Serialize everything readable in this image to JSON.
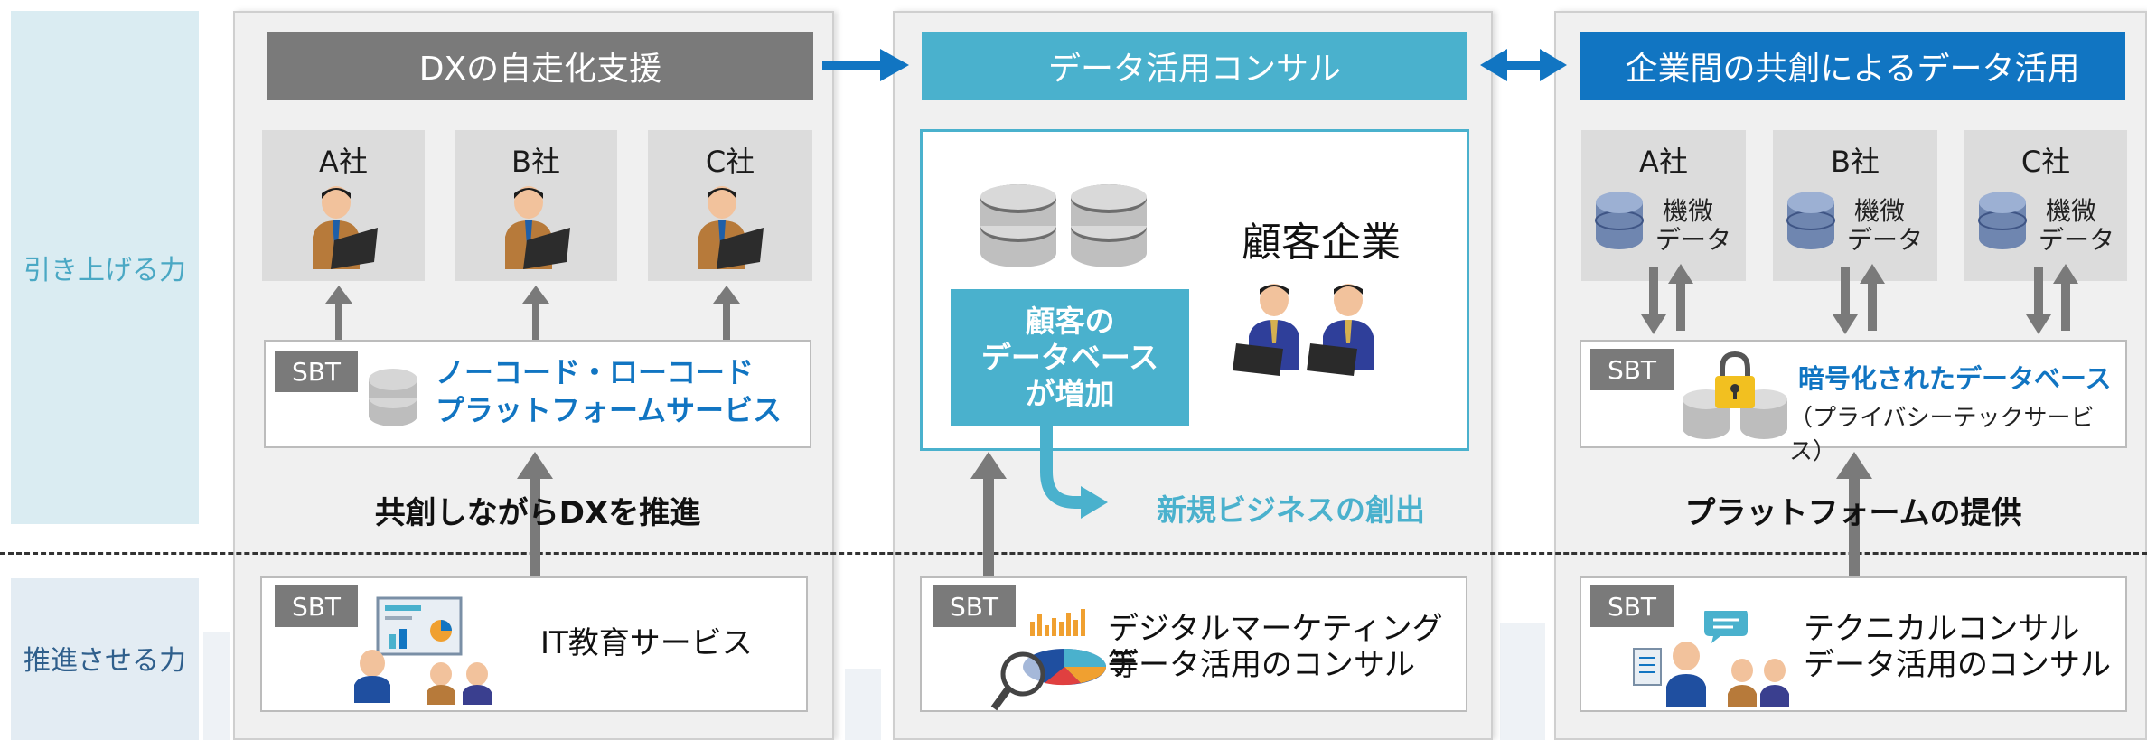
{
  "side": {
    "top_label": "引き上げる力",
    "bottom_label": "推進させる力"
  },
  "col1": {
    "header": "DXの自走化支援",
    "companies": [
      {
        "name": "A社"
      },
      {
        "name": "B社"
      },
      {
        "name": "C社"
      }
    ],
    "sbt": "SBT",
    "platform_line1": "ノーコード・ローコード",
    "platform_line2": "プラットフォームサービス",
    "middle_text": "共創しながらDXを推進",
    "service": "IT教育サービス"
  },
  "col2": {
    "header": "データ活用コンサル",
    "customer_title": "顧客企業",
    "db_line1": "顧客の",
    "db_line2": "データベース",
    "db_line3": "が増加",
    "new_business": "新規ビジネスの創出",
    "sbt": "SBT",
    "service_line1": "デジタルマーケティング等",
    "service_line2": "データ活用のコンサル"
  },
  "col3": {
    "header": "企業間の共創によるデータ活用",
    "companies": [
      {
        "name": "A社",
        "data_line1": "機微",
        "data_line2": "データ"
      },
      {
        "name": "B社",
        "data_line1": "機微",
        "data_line2": "データ"
      },
      {
        "name": "C社",
        "data_line1": "機微",
        "data_line2": "データ"
      }
    ],
    "sbt": "SBT",
    "encrypted_title": "暗号化されたデータベース",
    "encrypted_sub": "（プライバシーテックサービス）",
    "middle_text": "プラットフォームの提供",
    "sbt2": "SBT",
    "service_line1": "テクニカルコンサル",
    "service_line2": "データ活用のコンサル"
  },
  "colors": {
    "gray_header": "#7a7a7a",
    "teal": "#4ab1cd",
    "blue": "#1175c2"
  }
}
